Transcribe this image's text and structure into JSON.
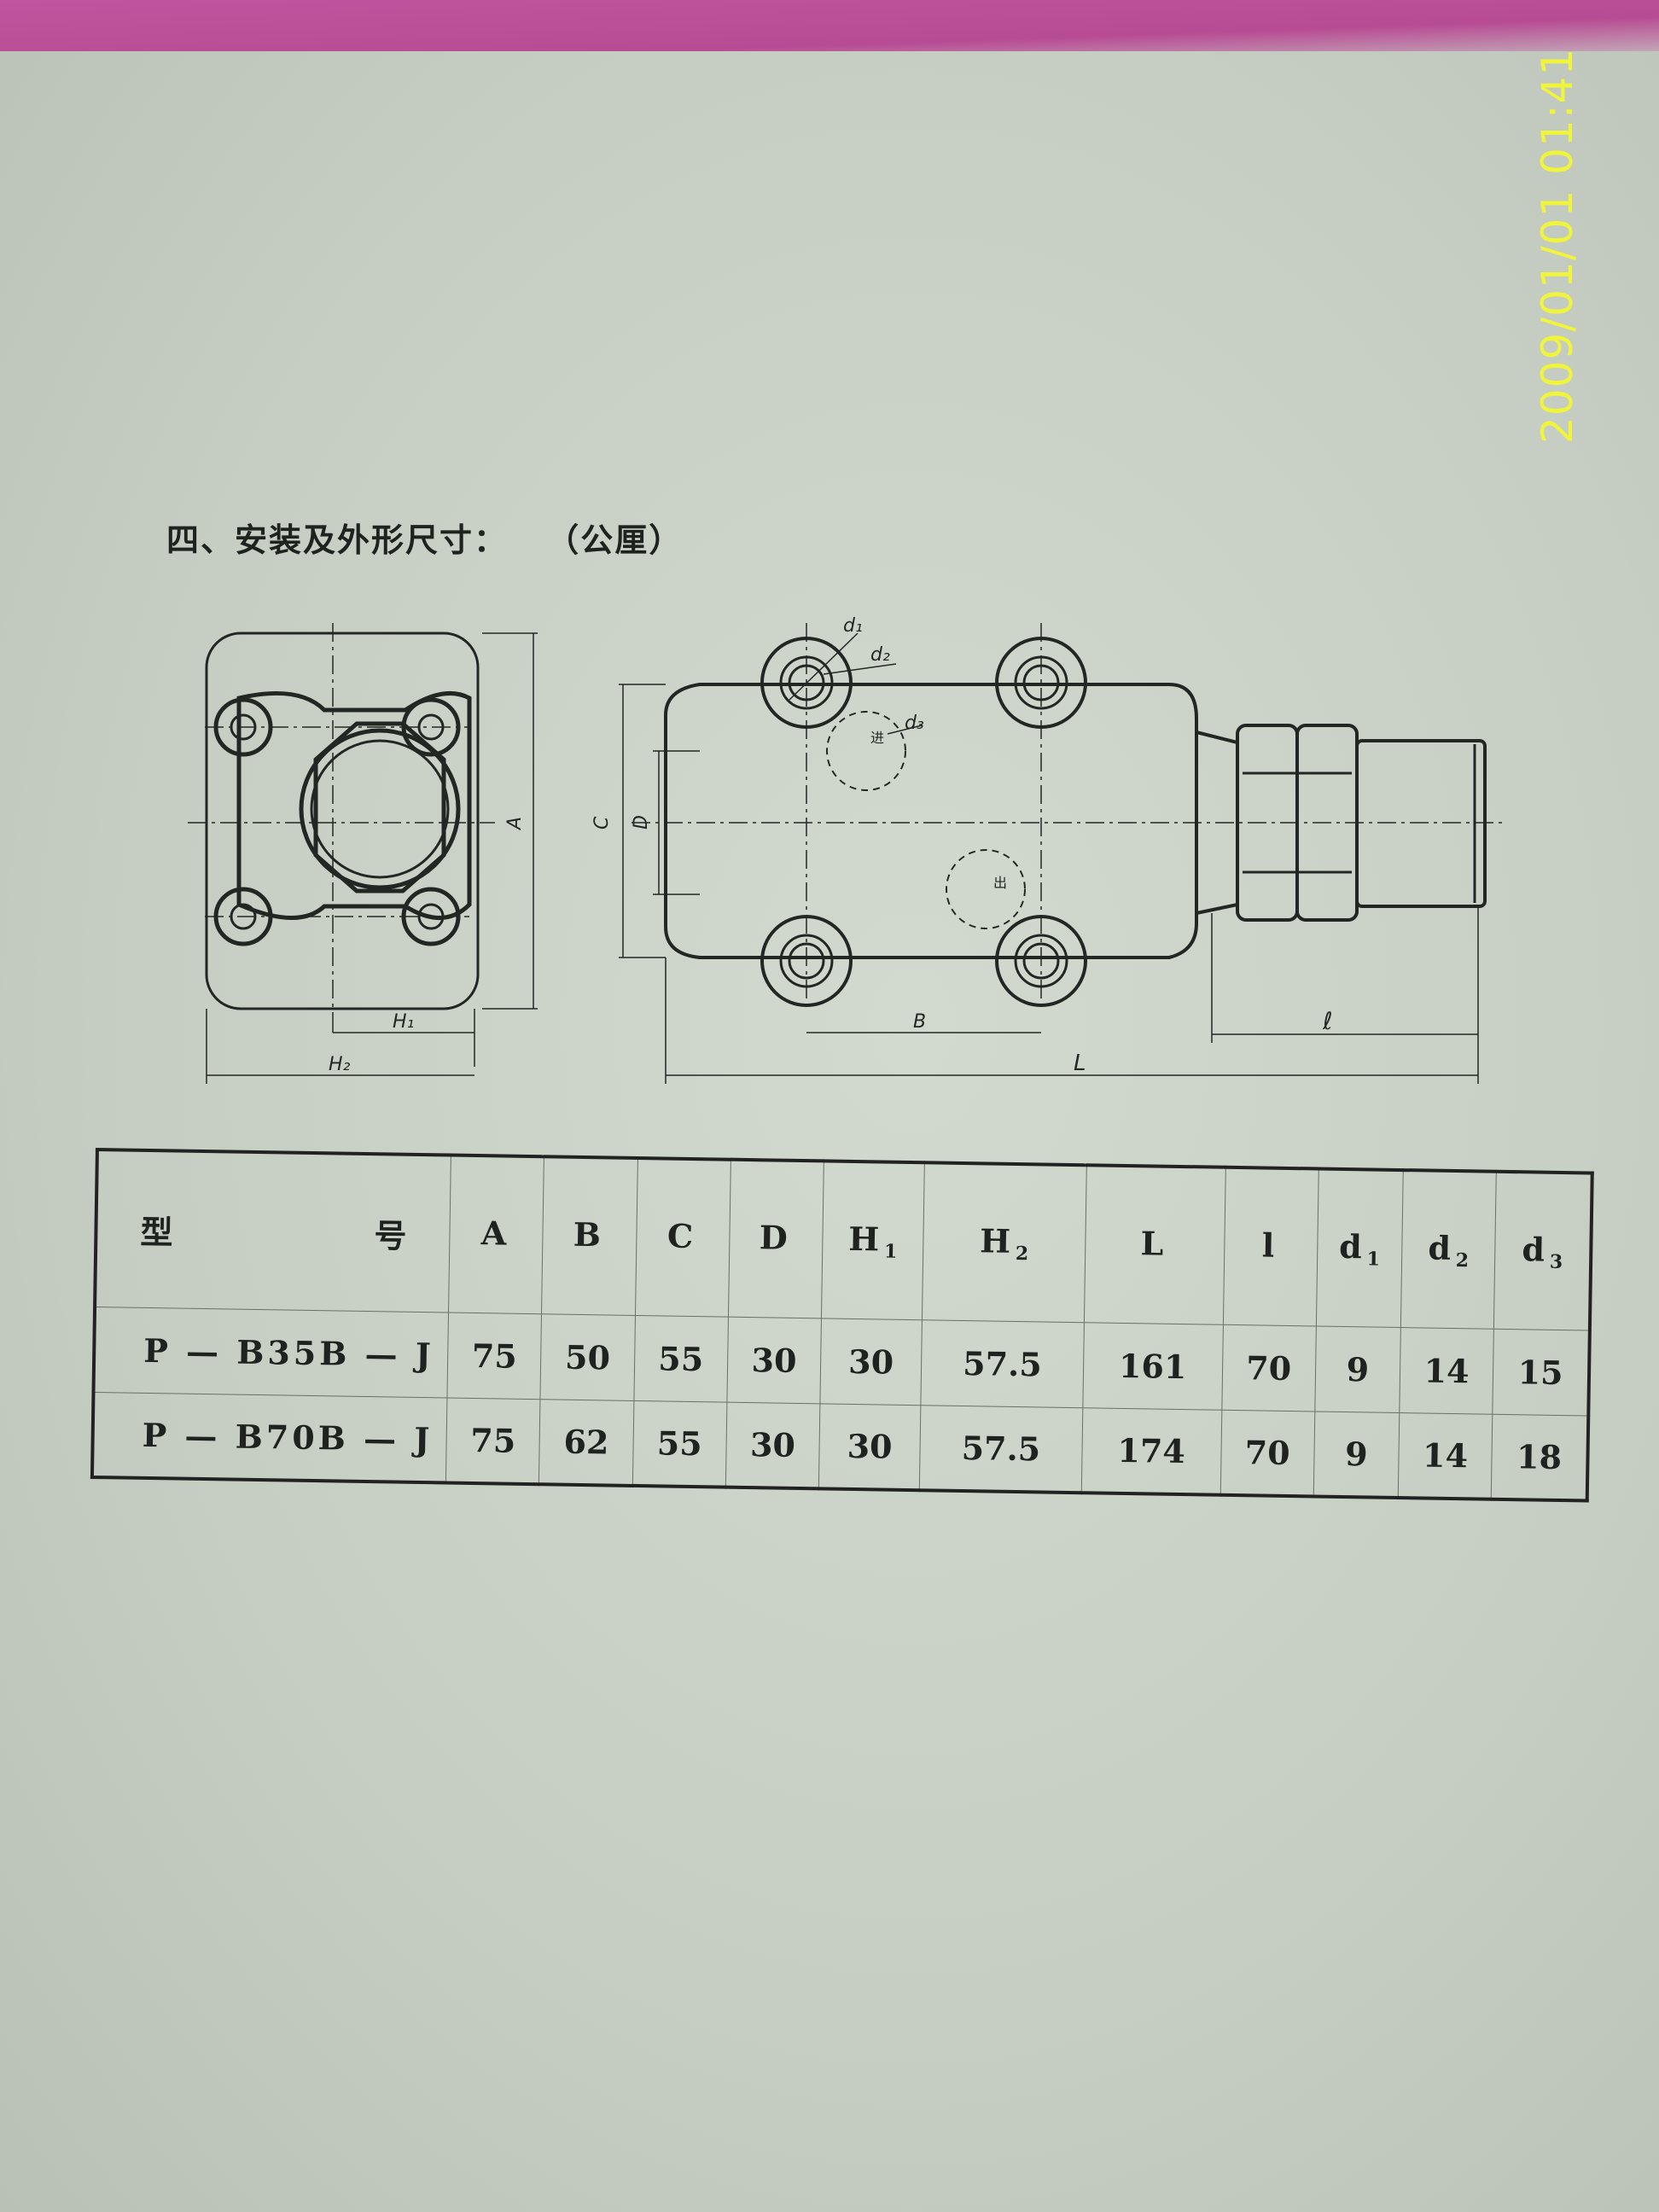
{
  "timestamp": "2009/01/01 01:41",
  "heading": {
    "title": "四、安装及外形尺寸：",
    "unit": "（公厘）"
  },
  "drawing_labels": {
    "A": "A",
    "C": "C",
    "D": "D",
    "B": "B",
    "L": "L",
    "l": "ℓ",
    "H1": "H₁",
    "H2": "H₂",
    "d1": "d₁",
    "d2": "d₂",
    "d3": "d₃",
    "in_port": "进",
    "out_port": "出"
  },
  "table": {
    "model_header_left": "型",
    "model_header_right": "号",
    "columns": [
      {
        "main": "A",
        "sub": ""
      },
      {
        "main": "B",
        "sub": ""
      },
      {
        "main": "C",
        "sub": ""
      },
      {
        "main": "D",
        "sub": ""
      },
      {
        "main": "H",
        "sub": "1"
      },
      {
        "main": "H",
        "sub": "2"
      },
      {
        "main": "L",
        "sub": ""
      },
      {
        "main": "l",
        "sub": ""
      },
      {
        "main": "d",
        "sub": "1"
      },
      {
        "main": "d",
        "sub": "2"
      },
      {
        "main": "d",
        "sub": "3"
      }
    ],
    "rows": [
      {
        "model": "P — B35B — J",
        "values": [
          "75",
          "50",
          "55",
          "30",
          "30",
          "57.5",
          "161",
          "70",
          "9",
          "14",
          "15"
        ]
      },
      {
        "model": "P — B70B — J",
        "values": [
          "75",
          "62",
          "55",
          "30",
          "30",
          "57.5",
          "174",
          "70",
          "9",
          "14",
          "18"
        ]
      }
    ]
  }
}
